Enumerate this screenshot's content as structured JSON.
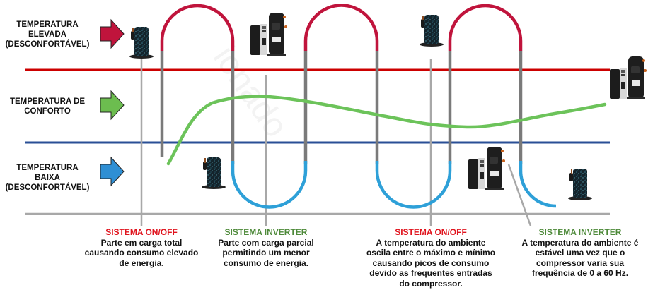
{
  "zones": [
    {
      "id": "high",
      "label_lines": [
        "TEMPERATURA",
        "ELEVADA",
        "(DESCONFORTÁVEL)"
      ],
      "arrow_color": "#c0143c"
    },
    {
      "id": "comfort",
      "label_lines": [
        "TEMPERATURA DE",
        "CONFORTO"
      ],
      "arrow_color": "#6cbd4f"
    },
    {
      "id": "low",
      "label_lines": [
        "TEMPERATURA",
        "BAIXA",
        "(DESCONFORTÁVEL)"
      ],
      "arrow_color": "#2f8fd4"
    }
  ],
  "colors": {
    "upper_limit_line": "#cc0000",
    "lower_limit_line": "#2a4f96",
    "baseline": "#a8a8a8",
    "onoff_hot": "#c0143c",
    "onoff_cold": "#2ea0d8",
    "pipe_neutral": "#7a7a7a",
    "inverter_curve": "#6cc35a",
    "callout_line": "#a8a8a8",
    "onoff_title": "#e0141e",
    "inverter_title": "#4e8a3a"
  },
  "captions": [
    {
      "title": "SISTEMA ON/OFF",
      "type": "onoff",
      "lines": [
        "Parte em carga total",
        "causando consumo elevado",
        "de energia."
      ]
    },
    {
      "title": "SISTEMA INVERTER",
      "type": "inverter",
      "lines": [
        "Parte com carga parcial",
        "permitindo um menor",
        "consumo de energia."
      ]
    },
    {
      "title": "SISTEMA ON/OFF",
      "type": "onoff",
      "lines": [
        "A temperatura do ambiente",
        "oscila entre o máximo e mínimo",
        "causando picos de consumo",
        "devido as frequentes entradas",
        "do compressor."
      ]
    },
    {
      "title": "SISTEMA INVERTER",
      "type": "inverter",
      "lines": [
        "A temperatura do ambiente é",
        "estável uma vez que o",
        "compressor varia sua",
        "frequência de 0 a 60 Hz."
      ]
    }
  ],
  "icons": [
    {
      "name": "onoff-compressor-icon",
      "kind": "rotary"
    },
    {
      "name": "inverter-compressor-icon",
      "kind": "scroll-with-drive"
    },
    {
      "name": "onoff-compressor-icon",
      "kind": "rotary"
    },
    {
      "name": "onoff-compressor-icon",
      "kind": "rotary"
    },
    {
      "name": "inverter-compressor-icon",
      "kind": "scroll-with-drive"
    },
    {
      "name": "onoff-compressor-icon",
      "kind": "rotary"
    },
    {
      "name": "inverter-compressor-icon",
      "kind": "scroll-with-drive"
    }
  ]
}
